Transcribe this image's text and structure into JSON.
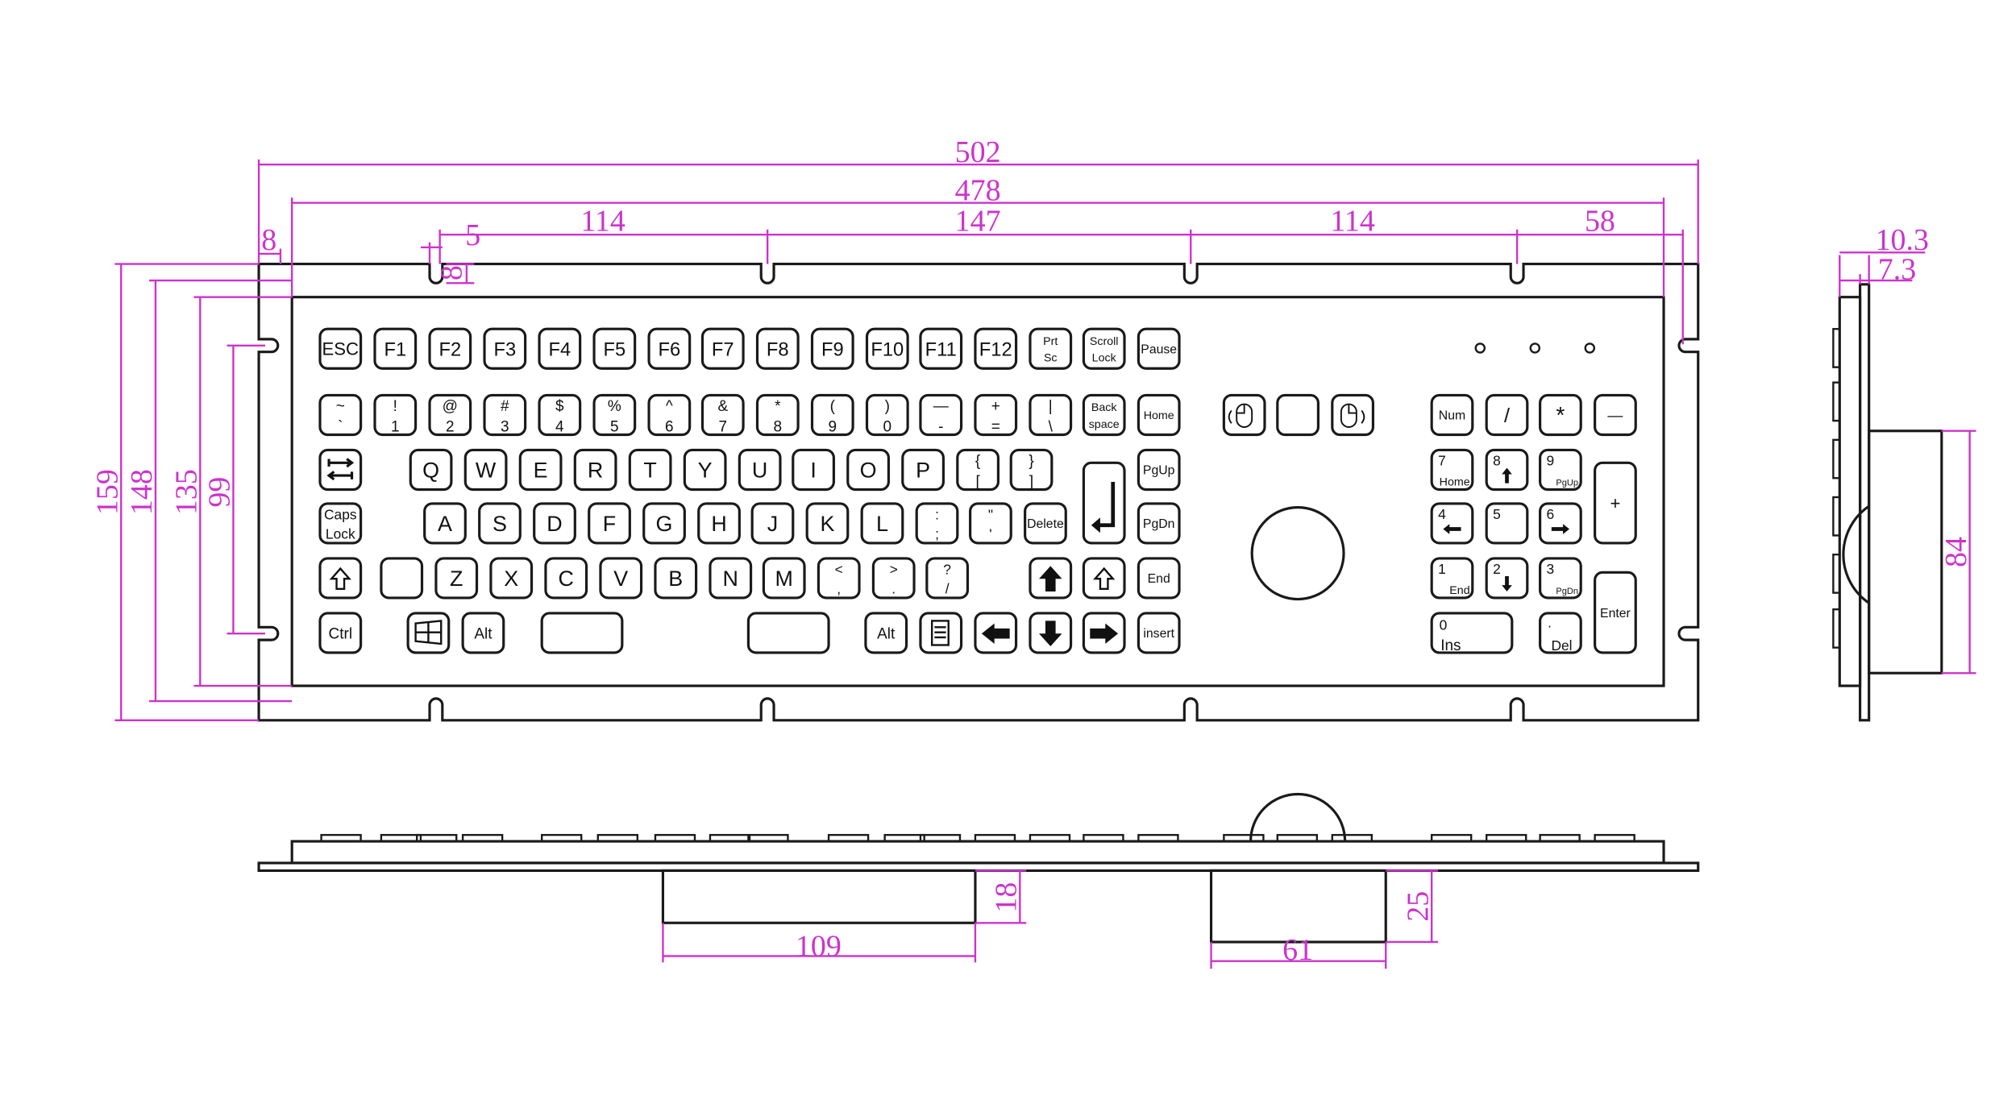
{
  "drawing": {
    "dims": {
      "overall_width": "502",
      "plate_width": "478",
      "slot_1": "114",
      "slot_2": "147",
      "slot_3": "114",
      "slot_4": "58",
      "edge_offset": "8",
      "slot_width": "5",
      "slot_depth": "8",
      "overall_height": "159",
      "plate_height": "148",
      "inner_height": "135",
      "slot_height": "99",
      "side_total": "10.3",
      "side_plate": "7.3",
      "side_depth": "84",
      "box_left_height": "18",
      "box_left_width": "109",
      "box_right_height": "25",
      "box_right_width": "61"
    },
    "keyboard": {
      "row_fn": [
        "ESC",
        "F1",
        "F2",
        "F3",
        "F4",
        "F5",
        "F6",
        "F7",
        "F8",
        "F9",
        "F10",
        "F11",
        "F12"
      ],
      "prt": [
        "Prt",
        "Sc"
      ],
      "scroll": [
        "Scroll",
        "Lock"
      ],
      "pause": "Pause",
      "num_top": [
        "~",
        "!",
        "@",
        "#",
        "$",
        "%",
        "^",
        "&",
        "*",
        "(",
        ")",
        "—",
        "+",
        "|"
      ],
      "num_bot": [
        "`",
        "1",
        "2",
        "3",
        "4",
        "5",
        "6",
        "7",
        "8",
        "9",
        "0",
        "-",
        "=",
        "\\"
      ],
      "backspace": [
        "Back",
        "space"
      ],
      "home": "Home",
      "qwerty": [
        "Q",
        "W",
        "E",
        "R",
        "T",
        "Y",
        "U",
        "I",
        "O",
        "P"
      ],
      "bracket_open": [
        "{",
        "["
      ],
      "bracket_close": [
        "}",
        "]"
      ],
      "pgup": "PgUp",
      "caps": [
        "Caps",
        "Lock"
      ],
      "asdf": [
        "A",
        "S",
        "D",
        "F",
        "G",
        "H",
        "J",
        "K",
        "L"
      ],
      "semicolon": [
        ":",
        ";"
      ],
      "quote": [
        "\"",
        "'"
      ],
      "delete": "Delete",
      "pgdn": "PgDn",
      "zxcv": [
        "Z",
        "X",
        "C",
        "V",
        "B",
        "N",
        "M"
      ],
      "lt": [
        "<",
        ","
      ],
      "gt": [
        ">",
        "."
      ],
      "question": [
        "?",
        "/"
      ],
      "end": "End",
      "ctrl": "Ctrl",
      "alt": "Alt",
      "alt_r": "Alt",
      "insert": "insert",
      "num": "Num",
      "numpad_slash": "/",
      "numpad_star": "*",
      "numpad_minus": "—",
      "numpad_plus": "+",
      "np7": [
        "7",
        "Home"
      ],
      "np8": "8",
      "np9": [
        "9",
        "PgUp"
      ],
      "np4": "4",
      "np5": "5",
      "np6": "6",
      "np1": [
        "1",
        "End"
      ],
      "np2": "2",
      "np3": [
        "3",
        "PgDn"
      ],
      "np0": [
        "0",
        "Ins"
      ],
      "npdot": [
        ".",
        "Del"
      ],
      "enter": "Enter"
    }
  }
}
